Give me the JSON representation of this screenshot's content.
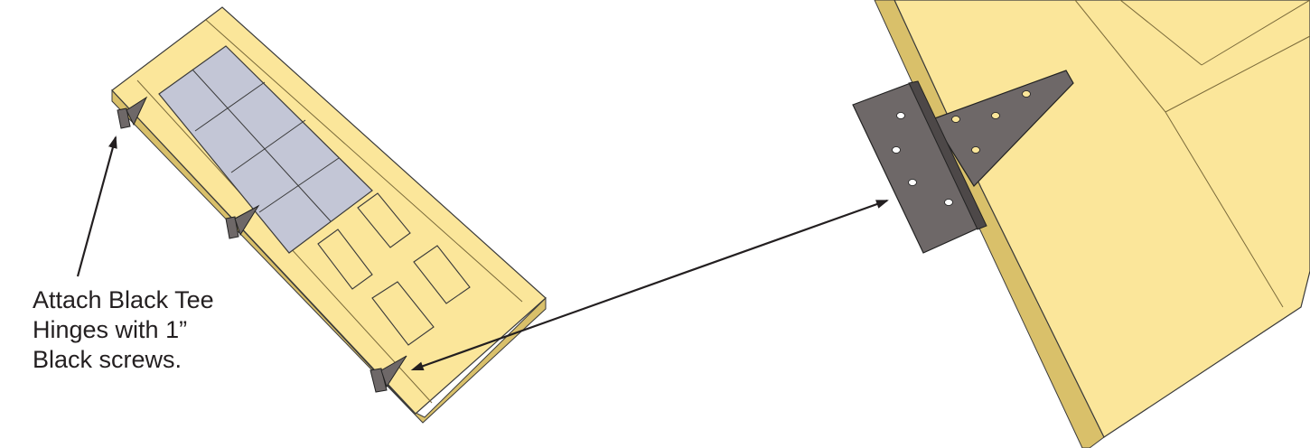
{
  "caption": {
    "lines": [
      "Attach Black Tee",
      "Hinges with 1”",
      "Black screws."
    ]
  },
  "colors": {
    "wood": "#fbe69a",
    "wood_shade": "#d9c06a",
    "wood_edge": "#a8914a",
    "glass": "#c3c6d6",
    "hinge": "#6e6868",
    "outline": "#3a3a3a",
    "arrow": "#231f20",
    "text": "#231f20"
  },
  "icons": {
    "hinges": "tee-hinge-icon",
    "hinge_detail": "tee-hinge-closeup-icon",
    "arrows": "callout-arrow-icon"
  }
}
